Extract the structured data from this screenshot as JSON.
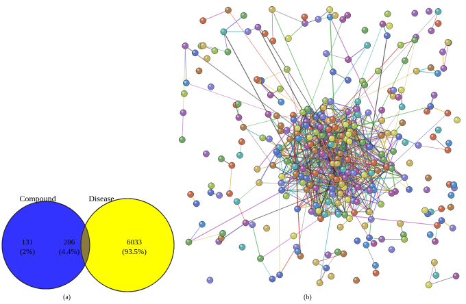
{
  "venn": {
    "left_set_label": "Compound",
    "right_set_label": "Disease",
    "left_only_count": "131",
    "left_only_pct": "(2%)",
    "overlap_count": "286",
    "overlap_pct": "(4.4%)",
    "right_only_count": "6033",
    "right_only_pct": "(93.5%)",
    "colors": {
      "left": "#3333ff",
      "right": "#ffff00",
      "overlap": "#8a7a3e"
    }
  },
  "panels": {
    "a_label": "(a)",
    "b_label": "(b)"
  },
  "network": {
    "description_type": "protein-protein interaction network",
    "node_colors": [
      "#5b74c9",
      "#6fa860",
      "#c9b25a",
      "#9a66b8",
      "#58b0b0",
      "#c86a4a",
      "#7f7fd6",
      "#9fbf5a",
      "#b07c4a",
      "#4f8fd0",
      "#a35aa3",
      "#d0d060"
    ],
    "edge_colors": [
      "#3a3ad0",
      "#2e9e2e",
      "#c01f1f",
      "#6a6a6a",
      "#b04ab0",
      "#2aa9a9",
      "#d0b020",
      "#222222"
    ]
  }
}
